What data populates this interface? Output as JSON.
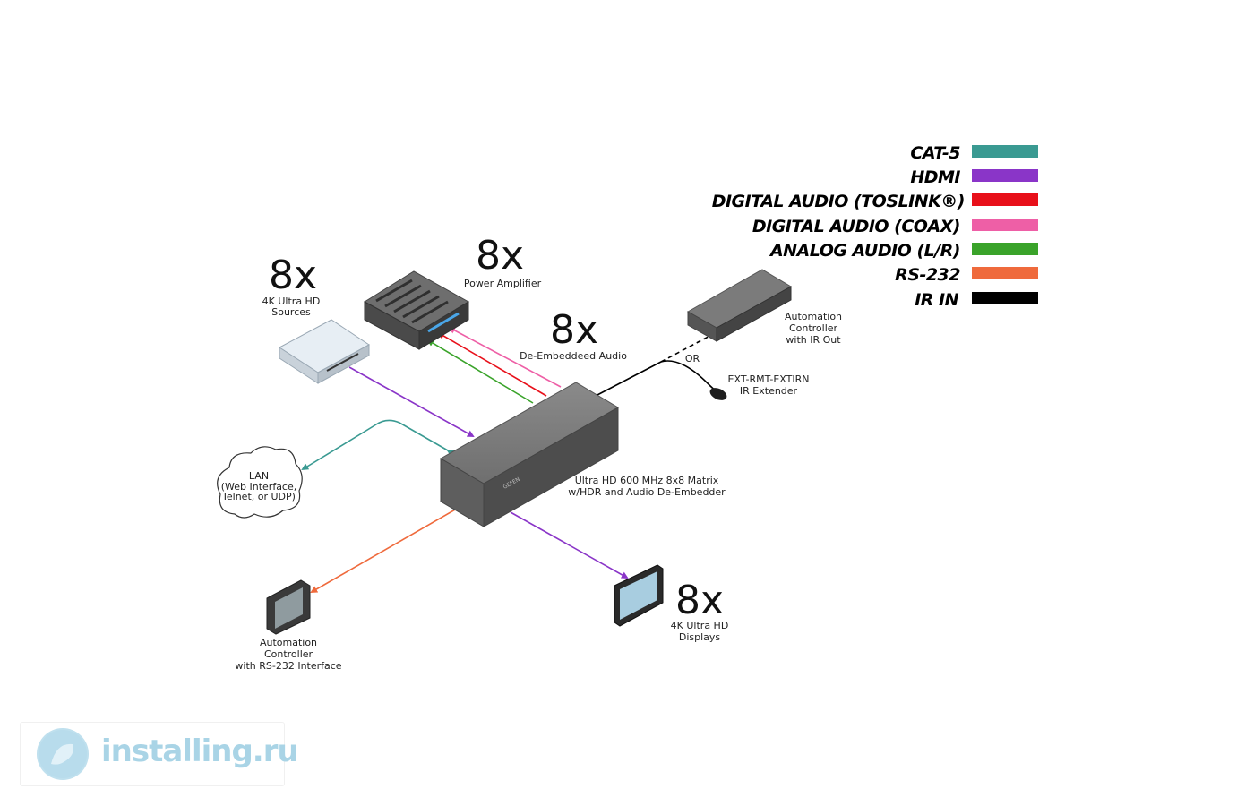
{
  "legend": {
    "items": [
      {
        "label": "CAT-5",
        "color": "#3a9a92"
      },
      {
        "label": "HDMI",
        "color": "#8a35c8"
      },
      {
        "label": "DIGITAL AUDIO (TOSLINK®)",
        "color": "#e8101a"
      },
      {
        "label": "DIGITAL AUDIO (COAX)",
        "color": "#ee5fa6"
      },
      {
        "label": "ANALOG AUDIO (L/R)",
        "color": "#3aa32a"
      },
      {
        "label": "RS-232",
        "color": "#ef6a3c"
      },
      {
        "label": "IR IN",
        "color": "#000000"
      }
    ]
  },
  "sources": {
    "count": "8x",
    "label_line1": "4K Ultra  HD",
    "label_line2": "Sources"
  },
  "amplifier": {
    "count": "8x",
    "label": "Power Amplifier"
  },
  "deembedded": {
    "count": "8x",
    "label": "De-Embeddeed Audio"
  },
  "automation_ir": {
    "line1": "Automation",
    "line2": "Controller",
    "line3": "with IR Out"
  },
  "or_label": "OR",
  "ir_extender": {
    "line1": "EXT-RMT-EXTIRN",
    "line2": "IR Extender"
  },
  "lan": {
    "line1": "LAN",
    "line2": "(Web Interface,",
    "line3": "Telnet, or UDP)"
  },
  "matrix": {
    "line1": "Ultra HD 600 MHz 8x8 Matrix",
    "line2": "w/HDR and Audio De-Embedder",
    "brand": "GEFEN"
  },
  "automation_rs232": {
    "line1": "Automation",
    "line2": "Controller",
    "line3": "with RS-232 Interface"
  },
  "displays": {
    "count": "8x",
    "label_line1": "4K Ultra HD",
    "label_line2": "Displays"
  },
  "watermark": {
    "text": "installing.ru"
  }
}
